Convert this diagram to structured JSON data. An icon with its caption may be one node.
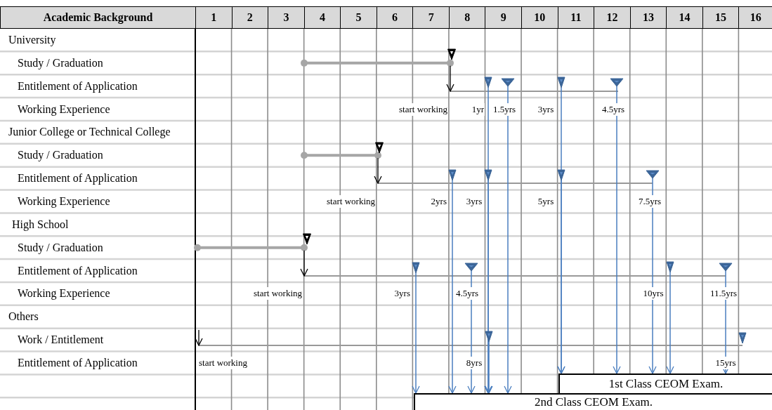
{
  "diagram": {
    "nodes": [
      {
        "text": [],
        "shape": "triangle"
      },
      {
        "text": [],
        "shape": "triangle"
      },
      {
        "text": [],
        "shape": "triangle"
      },
      {
        "text": [],
        "shape": "triangle"
      },
      {
        "text": [],
        "shape": "triangle"
      },
      {
        "text": [],
        "shape": "triangle"
      },
      {
        "text": [],
        "shape": "triangle"
      },
      {
        "text": [],
        "shape": "triangle"
      },
      {
        "text": [],
        "shape": "triangle"
      },
      {
        "text": [],
        "shape": "triangle"
      },
      {
        "text": [],
        "shape": "triangle"
      },
      {
        "text": [],
        "shape": "triangle"
      },
      {
        "text": [],
        "shape": "triangle"
      },
      {
        "text": [],
        "shape": "triangle"
      },
      {
        "text": [],
        "shape": "triangle"
      },
      {
        "text": [],
        "shape": "triangle"
      },
      {
        "text": [],
        "shape": "triangle"
      },
      {
        "text": [
          "1st Class CEOM Exam."
        ]
      },
      {
        "text": [
          "2nd Class CEOM Exam."
        ]
      }
    ],
    "edges": [
      {
        "from": 1,
        "to": 18,
        "arrow": "to"
      },
      {
        "from": 2,
        "to": 18,
        "arrow": "to"
      },
      {
        "from": 3,
        "to": 17,
        "arrow": "to"
      },
      {
        "from": 4,
        "to": 17,
        "arrow": "to"
      },
      {
        "from": 6,
        "to": 18,
        "arrow": "to"
      },
      {
        "from": 7,
        "to": 18,
        "arrow": "to"
      },
      {
        "from": 8,
        "to": 17,
        "arrow": "to"
      },
      {
        "from": 9,
        "to": 17,
        "arrow": "to"
      },
      {
        "from": 11,
        "to": 18,
        "arrow": "to"
      },
      {
        "from": 12,
        "to": 18,
        "arrow": "to"
      },
      {
        "from": 13,
        "to": 17,
        "arrow": "to"
      },
      {
        "from": 14,
        "to": 17,
        "arrow": "to"
      },
      {
        "from": 15,
        "to": 18,
        "arrow": "to"
      }
    ],
    "labels": [
      "Academic Background",
      "1",
      "2",
      "3",
      "4",
      "5",
      "6",
      "7",
      "8",
      "9",
      "10",
      "11",
      "12",
      "13",
      "14",
      "15",
      "16",
      "University",
      "Study / Graduation",
      "Entitlement of Application",
      "Working Experience",
      "start working",
      "1yr",
      "1.5yrs",
      "3yrs",
      "4.5yrs",
      "Junior College or Technical College",
      "Study / Graduation",
      "Entitlement of Application",
      "Working Experience",
      "start working",
      "2yrs",
      "3yrs",
      "5yrs",
      "7.5yrs",
      "High School",
      "Study / Graduation",
      "Entitlement of Application",
      "Working Experience",
      "start working",
      "3yrs",
      "4.5yrs",
      "10yrs",
      "11.5yrs",
      "Others",
      "Work / Entitlement",
      "Entitlement of Application",
      "start working",
      "8yrs",
      "15yrs"
    ]
  }
}
